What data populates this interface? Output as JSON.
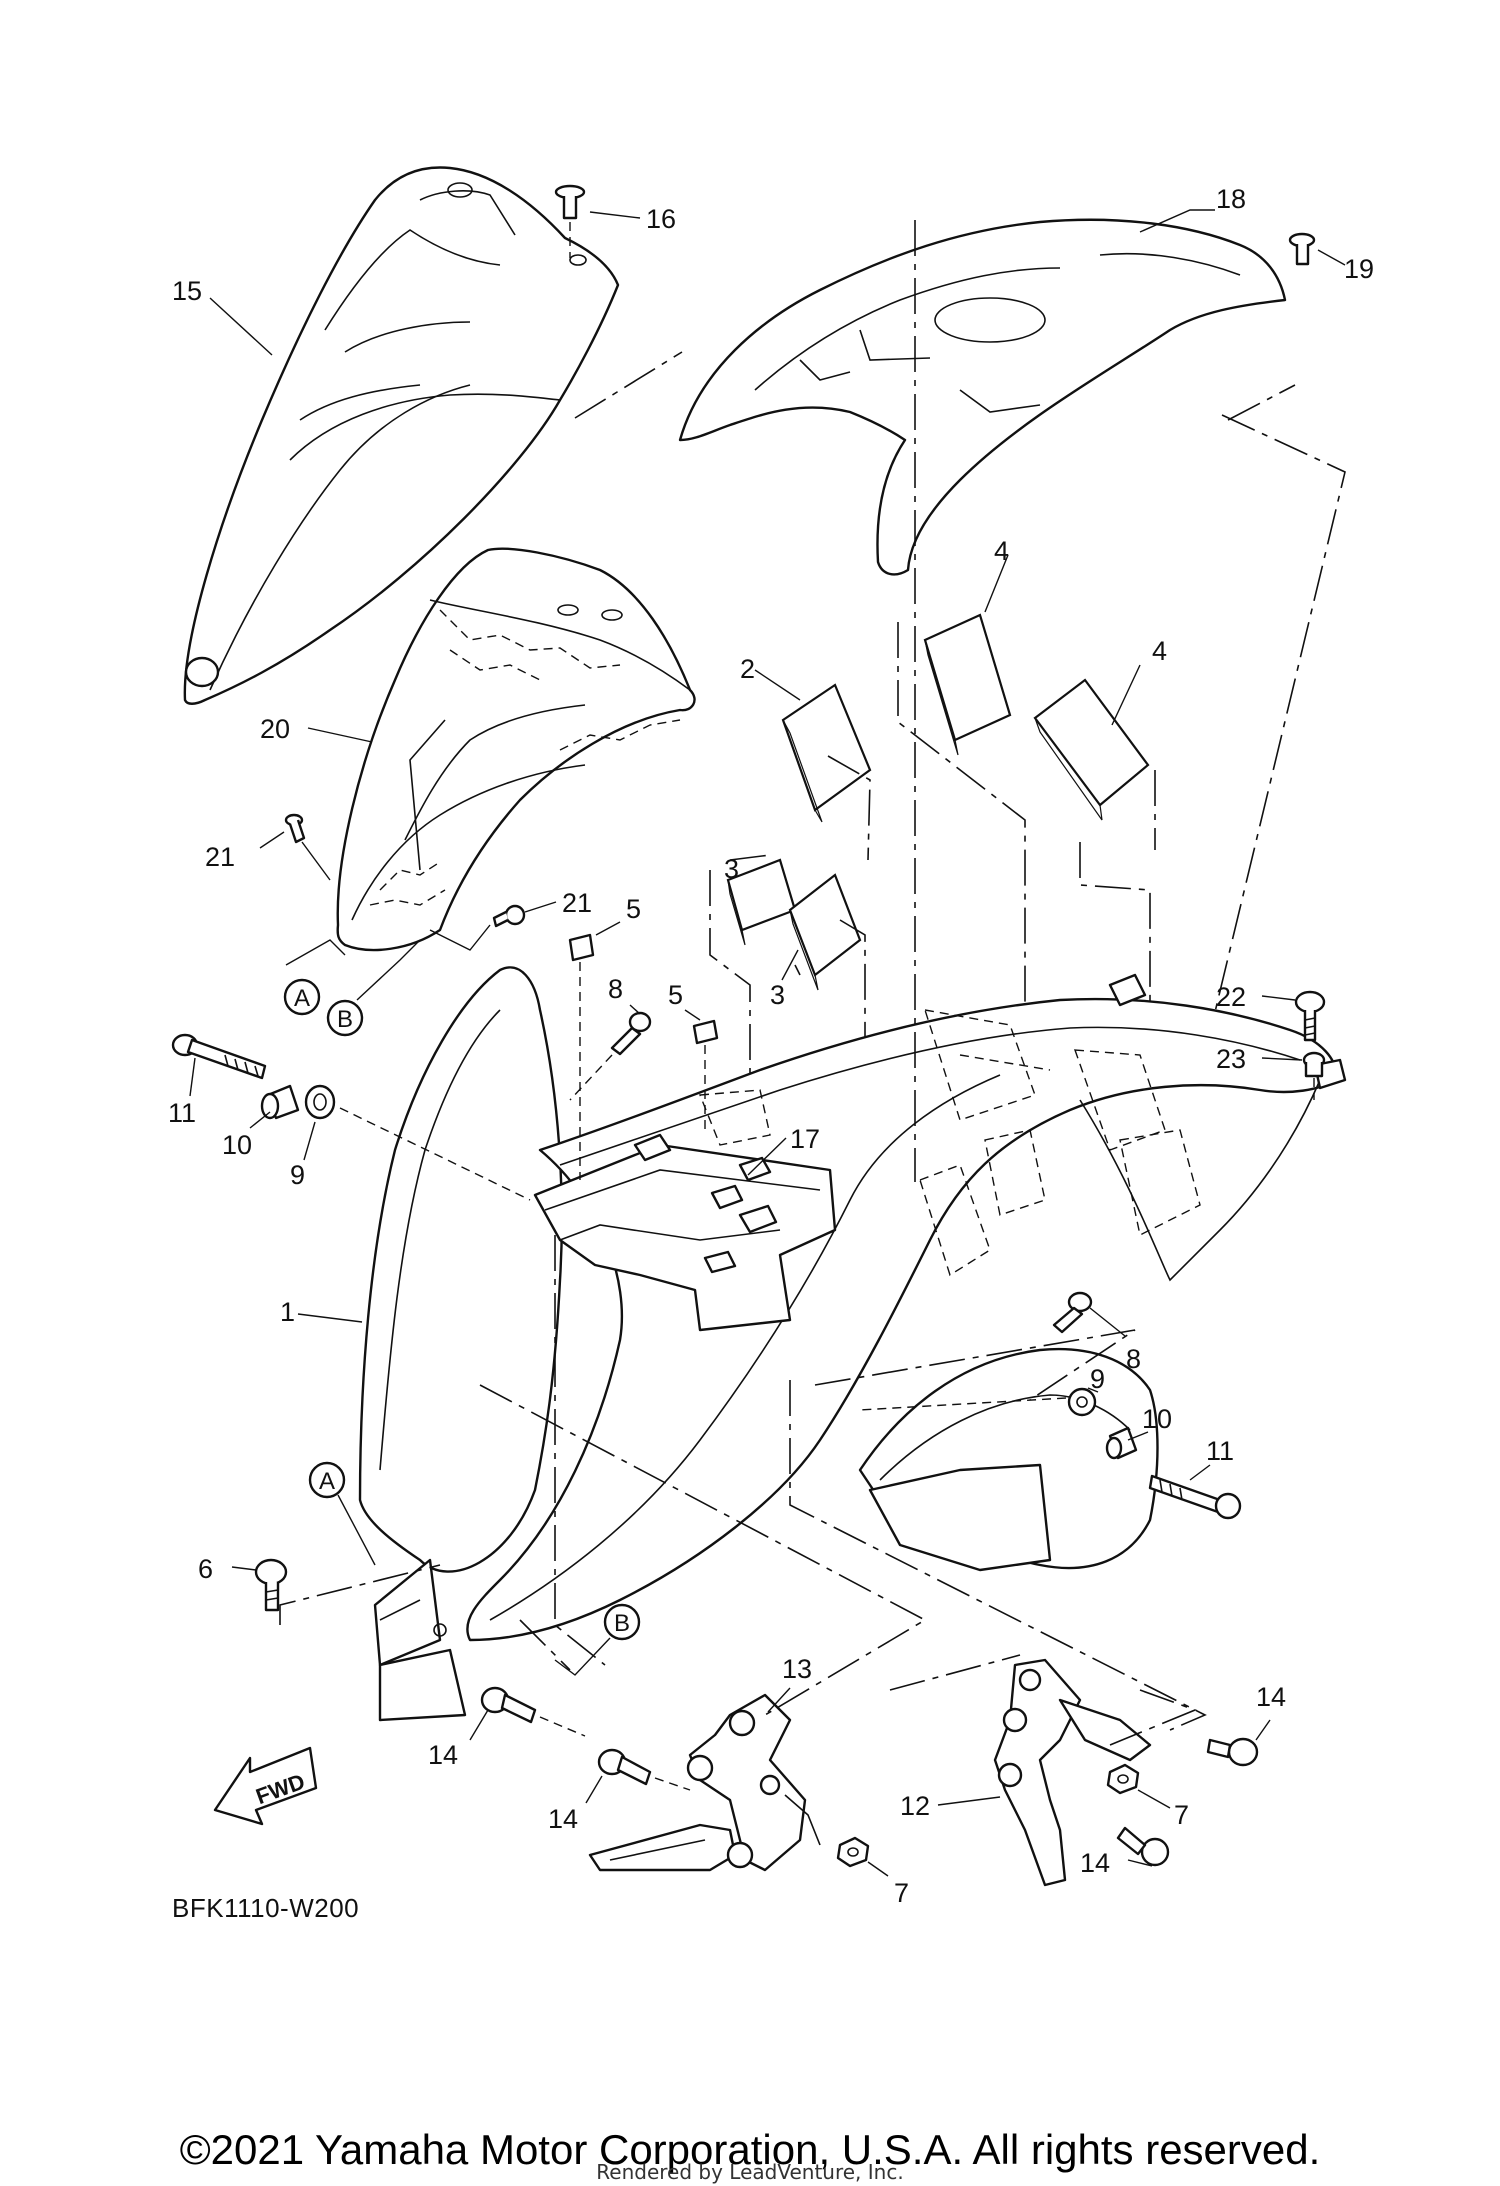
{
  "callouts": {
    "c1": "1",
    "c2": "2",
    "c3a": "3",
    "c3b": "3",
    "c4a": "4",
    "c4b": "4",
    "c5a": "5",
    "c5b": "5",
    "c6": "6",
    "c7a": "7",
    "c7b": "7",
    "c8a": "8",
    "c8b": "8",
    "c9a": "9",
    "c9b": "9",
    "c10a": "10",
    "c10b": "10",
    "c11a": "11",
    "c11b": "11",
    "c12": "12",
    "c13": "13",
    "c14a": "14",
    "c14b": "14",
    "c14c": "14",
    "c14d": "14",
    "c15": "15",
    "c16": "16",
    "c17": "17",
    "c18": "18",
    "c19": "19",
    "c20": "20",
    "c21a": "21",
    "c21b": "21",
    "c22": "22",
    "c23": "23"
  },
  "reference_marks": {
    "a1": "A",
    "a2": "A",
    "b1": "B",
    "b2": "B"
  },
  "fwd_label": "FWD",
  "diagram_code": "BFK1110-W200",
  "copyright": "©2021 Yamaha Motor Corporation, U.S.A. All rights reserved.",
  "rendered_by": "Rendered by LeadVenture, Inc.",
  "colors": {
    "line": "#111111",
    "background": "#ffffff"
  }
}
